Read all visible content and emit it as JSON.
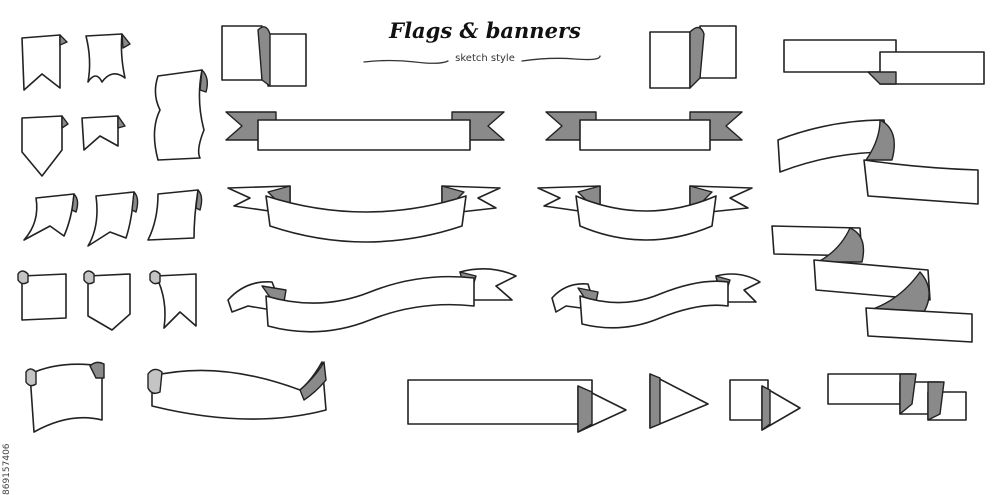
{
  "title": "Flags & banners",
  "subtitle": "sketch style",
  "stock_id": "869157406",
  "colors": {
    "ink": "#222222",
    "shade": "#8a8a8a",
    "light_shade": "#c4c4c4",
    "paper": "#ffffff"
  }
}
